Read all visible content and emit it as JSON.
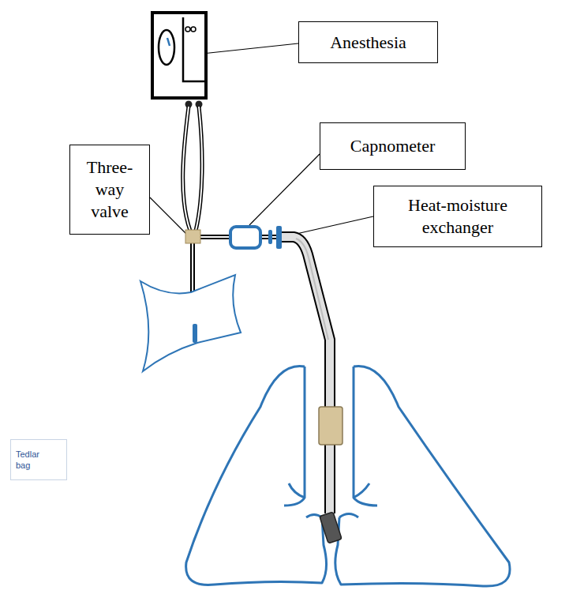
{
  "diagram": {
    "nodes": [
      {
        "text": [
          "Anesthesia"
        ]
      },
      {
        "text": [
          "Capnometer"
        ]
      },
      {
        "text": [
          "Three- way valve"
        ]
      },
      {
        "text": [
          "Heat-moisture exchanger"
        ]
      },
      {
        "text": [
          "Tedlar bag"
        ]
      }
    ]
  }
}
